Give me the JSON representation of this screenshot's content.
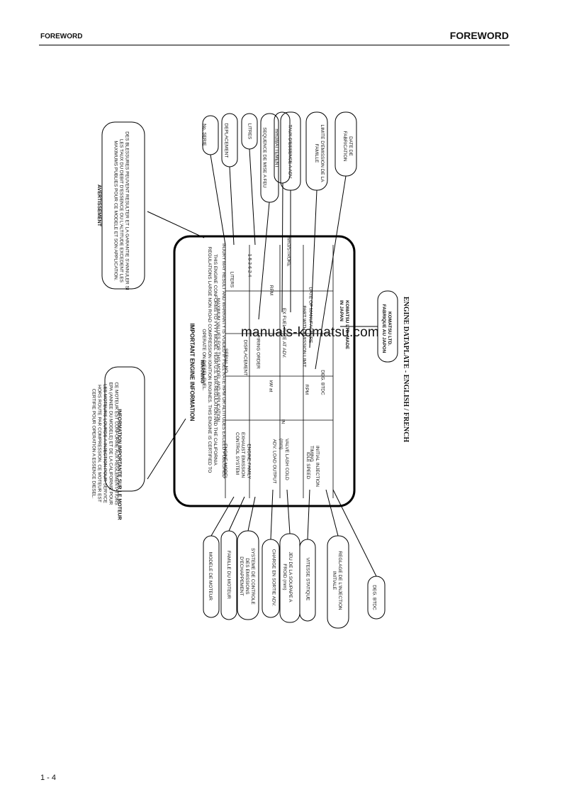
{
  "header": {
    "left": "FOREWORD",
    "right": "FOREWORD"
  },
  "footer": {
    "page_number": "1 - 4"
  },
  "watermark": "manuals-komatsu.com",
  "figure": {
    "title": "ENGINE DATAPLATE - ENGLISH / FRENCH",
    "plate": {
      "heading": "IMPORTANT ENGINE INFORMATION",
      "conformity": "THIS ENGINE CONFORMS TO YYYY MODEL YEAR U.S. EPA REGULATION AND THE CALIFORNIA REGULATIONS LARGE NON ROAD COMPRESSION IGNITION ENGINES. THIS ENGINE IS CERTIFIED TO OPERATE ON DIESEL FUEL.",
      "warning_label": "WARNING",
      "warning": "INJURY MAY RESULT AND WARRANTY IS VOIDED IF FUEL RATE RPM OR ALTITUDES EXCEED PUBLISHED MAXIMUM VALUES FOR THIS MODEL AND APPLICATION.",
      "rows": [
        {
          "left": "ENGINE MODEL",
          "mid": "SERIAL NO.",
          "right": "",
          "unit": "LITERS"
        },
        {
          "left": "ENGINE FAMILY",
          "mid": "DISPLACEMENT",
          "right": "",
          "unit": ""
        },
        {
          "left": "EXHAUST EMISSION CONTROL SYSTEM",
          "mid": "FIRING ORDER",
          "right": "1-5-3-6-2-4",
          "unit": ""
        },
        {
          "left": "ADV. LOAD OUTPUT",
          "mid": "kW at",
          "right": "",
          "unit": "RPM"
        },
        {
          "left": "VALVE LASH COLD (mm)",
          "mid": "IN",
          "right": "EX    FUEL RATE AT ADV.",
          "unit": "mm3/STROKE"
        },
        {
          "left": "IDLE SPEED",
          "mid": "RPM",
          "right": "PART WITH EMISSION LIMIT",
          "unit": ""
        },
        {
          "left": "INITIAL INJECTION TIMING",
          "mid": "DEG. BTDC",
          "right": "DATE OF MANUFACTURE",
          "unit": ""
        },
        {
          "left": "",
          "mid": "",
          "right": "KOMATSU LTD. MADE IN JAPAN",
          "unit": ""
        }
      ]
    },
    "notes": {
      "info_fr": "INFORMATION IMPORTANTE SUR LE MOTEUR",
      "info_fr_body": "CE MOTEUR EST CONFORME AUX REGLEMENTATIONS EPA (ANNEE DU MODELE) ET DE LA CALIFORNIE POUR LES MOTEURS LOURDS A INJECTION POUR SERVICE HORS ROUTE PAR COMPRESSION. CE MOTEUR EST CERTIFIE POUR OPERATION A ESSENCE DIESEL.",
      "warn_fr": "AVERTISSEMENT",
      "warn_fr_body": "DES BLESSURES PEUVENT RESULTER ET LA GARANTIE S'ANNULER SI LES TAUX DU DEBIT D'ESSENCE OU L'ALTITUDE EXCEDENT LES MAXIMUMS PUBLIES POUR CE MODELE ET SON APPLICATION."
    },
    "callouts_left": [
      "MODELE DE MOTEUR",
      "FAMILLE DU MOTEUR",
      "SYSTEME DE CONTROLE DES EMISSIONS D'ECHAPPEMENT",
      "CHARGE EN SORTIE ADV.",
      "JEU DE LA SOUPAPE A FROID (mm)",
      "VITESSE STATIQUE",
      "REGLAGE DE L'INJECTION INITIALE",
      "DEG. BTDC"
    ],
    "callouts_right": [
      "No. SERIE",
      "DEPLACEMENT",
      "LITRES",
      "SEQUENCE DE MISE A FEU",
      "mm3/BATTEMENT",
      "TAUX D'ESSENCE A ADV.",
      "LIMITE D'EMISSION DE LA FAMILLE",
      "DATE DE FABRICATION"
    ],
    "maker": "KOMATSU LTD. FABRIQUE AU JAPON"
  }
}
